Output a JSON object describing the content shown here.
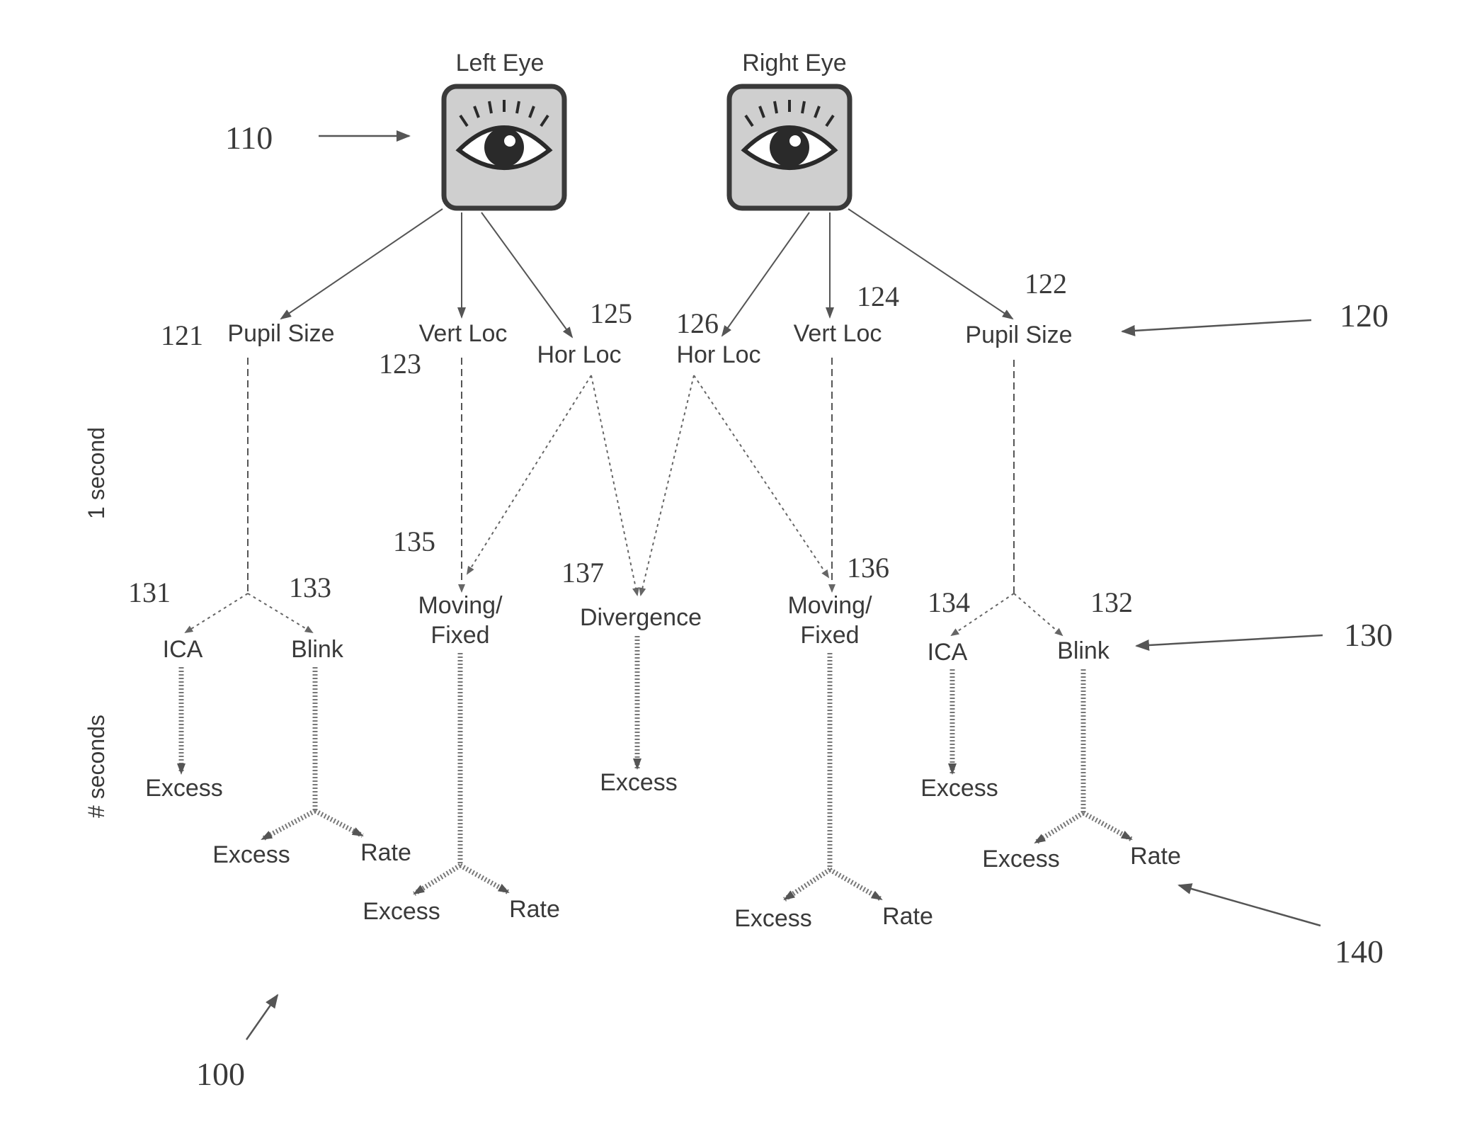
{
  "eyes": {
    "left": {
      "title": "Left Eye"
    },
    "right": {
      "title": "Right Eye"
    }
  },
  "level1": {
    "left_pupil": "Pupil Size",
    "left_vert": "Vert Loc",
    "left_hor": "Hor Loc",
    "right_hor": "Hor Loc",
    "right_vert": "Vert Loc",
    "right_pupil": "Pupil Size"
  },
  "level2": {
    "left_ica": "ICA",
    "left_blink": "Blink",
    "left_moving_1": "Moving/",
    "left_moving_2": "Fixed",
    "divergence": "Divergence",
    "right_moving_1": "Moving/",
    "right_moving_2": "Fixed",
    "right_ica": "ICA",
    "right_blink": "Blink"
  },
  "level3": {
    "left_ica_excess": "Excess",
    "left_blink_excess": "Excess",
    "left_blink_rate": "Rate",
    "left_mf_excess": "Excess",
    "left_mf_rate": "Rate",
    "div_excess": "Excess",
    "right_mf_excess": "Excess",
    "right_mf_rate": "Rate",
    "right_ica_excess": "Excess",
    "right_blink_excess": "Excess",
    "right_blink_rate": "Rate"
  },
  "axis_labels": {
    "one_second": "1 second",
    "n_seconds": "# seconds"
  },
  "refs": {
    "r100": "100",
    "r110": "110",
    "r120": "120",
    "r121": "121",
    "r122": "122",
    "r123": "123",
    "r124": "124",
    "r125": "125",
    "r126": "126",
    "r130": "130",
    "r131": "131",
    "r132": "132",
    "r133": "133",
    "r134": "134",
    "r135": "135",
    "r136": "136",
    "r137": "137",
    "r140": "140"
  }
}
